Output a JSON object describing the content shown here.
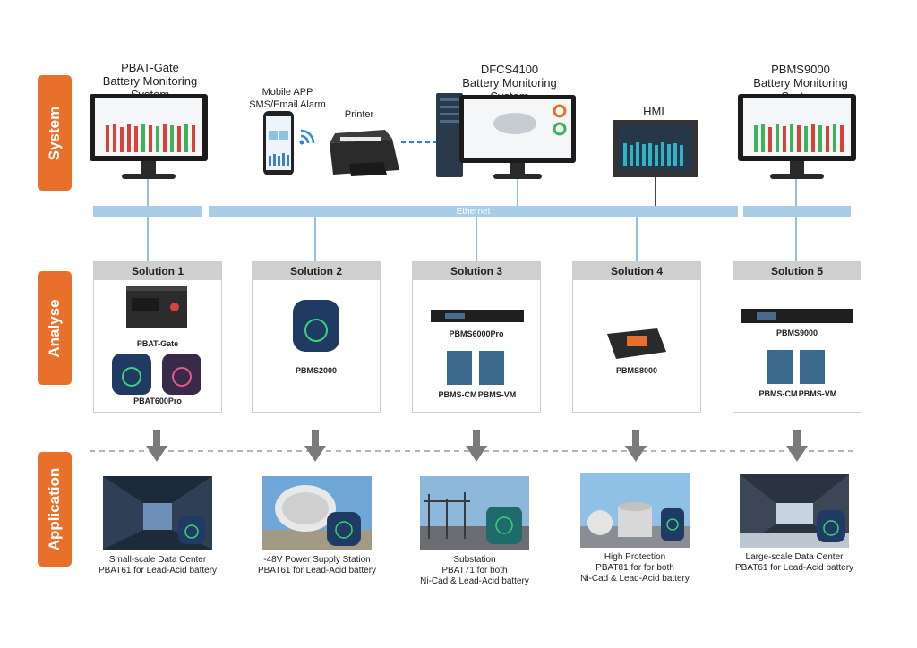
{
  "sections": {
    "system": "System",
    "analyse": "Analyse",
    "application": "Application"
  },
  "system": {
    "pbat_gate": {
      "title": "PBAT-Gate",
      "subtitle": "Battery Monitoring System"
    },
    "mobile": {
      "line1": "Mobile APP",
      "line2": "SMS/Email Alarm"
    },
    "printer": "Printer",
    "dfcs": {
      "title": "DFCS4100",
      "subtitle": "Battery Monitoring System"
    },
    "hmi": "HMI",
    "pbms9000": {
      "title": "PBMS9000",
      "subtitle": "Battery Monitoring System"
    },
    "ethernet": "Ethernet"
  },
  "solutions": [
    {
      "title": "Solution 1",
      "devices": [
        "PBAT-Gate",
        "PBAT600Pro"
      ]
    },
    {
      "title": "Solution 2",
      "devices": [
        "PBMS2000"
      ]
    },
    {
      "title": "Solution 3",
      "devices": [
        "PBMS6000Pro",
        "PBMS-CM",
        "PBMS-VM"
      ]
    },
    {
      "title": "Solution 4",
      "devices": [
        "PBMS8000"
      ]
    },
    {
      "title": "Solution 5",
      "devices": [
        "PBMS9000",
        "PBMS-CM",
        "PBMS-VM"
      ]
    }
  ],
  "applications": [
    {
      "line1": "Small-scale Data Center",
      "line2": "PBAT61 for Lead-Acid battery",
      "line3": ""
    },
    {
      "line1": "-48V Power Supply Station",
      "line2": "PBAT61 for Lead-Acid battery",
      "line3": ""
    },
    {
      "line1": "Substation",
      "line2": "PBAT71 for both",
      "line3": "Ni-Cad & Lead-Acid battery"
    },
    {
      "line1": "High Protection",
      "line2": "PBAT81 for for both",
      "line3": "Ni-Cad & Lead-Acid battery"
    },
    {
      "line1": "Large-scale Data Center",
      "line2": "PBAT61 for Lead-Acid battery",
      "line3": ""
    }
  ],
  "colors": {
    "accent": "#e8702a",
    "ethernet": "#a9cde6",
    "box_header": "#cfcfcf",
    "arrow": "#7a7a7a"
  }
}
